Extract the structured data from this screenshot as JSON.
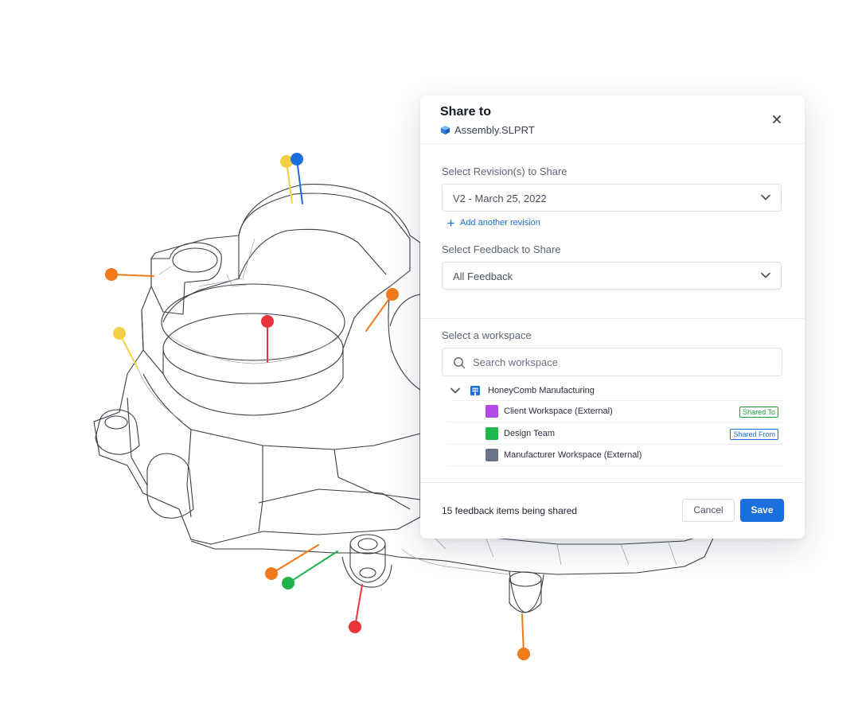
{
  "dialog": {
    "title": "Share to",
    "file_name": "Assembly.SLPRT",
    "close_icon": "close-icon"
  },
  "revision": {
    "label": "Select Revision(s) to Share",
    "selected": "V2 - March 25, 2022",
    "add_link": "Add another revision"
  },
  "feedback": {
    "label": "Select Feedback to Share",
    "selected": "All Feedback"
  },
  "workspace": {
    "label": "Select a workspace",
    "search_placeholder": "Search workspace",
    "org": "HoneyComb Manufacturing",
    "items": [
      {
        "name": "Client Workspace (External)",
        "color": "#b34ae8",
        "badge": "Shared To",
        "badge_color": "#1f9a3a"
      },
      {
        "name": "Design Team",
        "color": "#1fb84a",
        "badge": "Shared From",
        "badge_color": "#1a6fdc"
      },
      {
        "name": "Manufacturer Workspace (External)",
        "color": "#6b7489",
        "badge": "",
        "badge_color": ""
      }
    ]
  },
  "footer": {
    "count_text": "15 feedback items being shared",
    "cancel_label": "Cancel",
    "save_label": "Save"
  },
  "colors": {
    "accent": "#1a6fdc",
    "pin_red": "#e8343c",
    "pin_orange": "#f07a1a",
    "pin_yellow": "#f2cf45",
    "pin_green": "#1eb34a",
    "pin_blue": "#1a6fdc"
  }
}
